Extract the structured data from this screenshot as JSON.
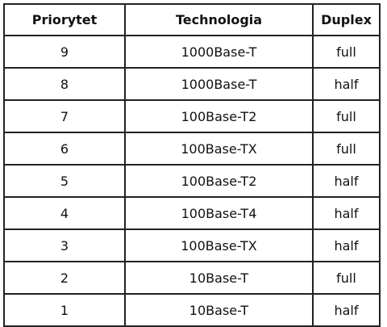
{
  "table": {
    "headers": {
      "priority": "Priorytet",
      "technology": "Technologia",
      "duplex": "Duplex"
    },
    "rows": [
      {
        "priority": "9",
        "technology": "1000Base-T",
        "duplex": "full"
      },
      {
        "priority": "8",
        "technology": "1000Base-T",
        "duplex": "half"
      },
      {
        "priority": "7",
        "technology": "100Base-T2",
        "duplex": "full"
      },
      {
        "priority": "6",
        "technology": "100Base-TX",
        "duplex": "full"
      },
      {
        "priority": "5",
        "technology": "100Base-T2",
        "duplex": "half"
      },
      {
        "priority": "4",
        "technology": "100Base-T4",
        "duplex": "half"
      },
      {
        "priority": "3",
        "technology": "100Base-TX",
        "duplex": "half"
      },
      {
        "priority": "2",
        "technology": "10Base-T",
        "duplex": "full"
      },
      {
        "priority": "1",
        "technology": "10Base-T",
        "duplex": "half"
      }
    ]
  }
}
